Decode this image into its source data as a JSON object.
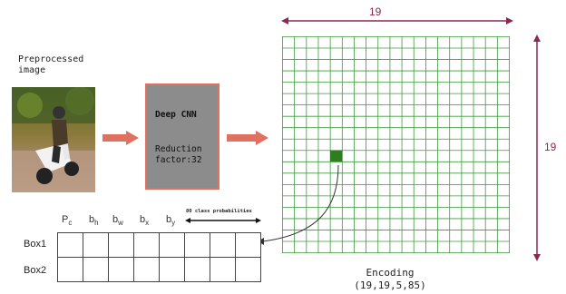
{
  "input": {
    "label": "Preprocessed\nimage",
    "image_description": "person riding a white scooter on a road"
  },
  "cnn": {
    "title": "Deep CNN",
    "subtitle": "Reduction\nfactor:32"
  },
  "grid": {
    "top_label": "19",
    "side_label": "19",
    "rows": 19,
    "cols": 19,
    "line_color": "#3f9a3a",
    "highlight_color": "#2e7d1e",
    "dimension_color": "#8a2a52"
  },
  "encoding": {
    "label": "Encoding\n(19,19,5,85)"
  },
  "table": {
    "headers": [
      {
        "main": "P",
        "sub": "c"
      },
      {
        "main": "b",
        "sub": "h"
      },
      {
        "main": "b",
        "sub": "w"
      },
      {
        "main": "b",
        "sub": "x"
      },
      {
        "main": "b",
        "sub": "y"
      }
    ],
    "class_prob_label": "80 class probabilities",
    "rows": [
      "Box1",
      "Box2"
    ],
    "num_cells": 8
  },
  "colors": {
    "arrow": "#e07060",
    "cnn_fill": "#8c8c8c",
    "cnn_border": "#e07060"
  }
}
